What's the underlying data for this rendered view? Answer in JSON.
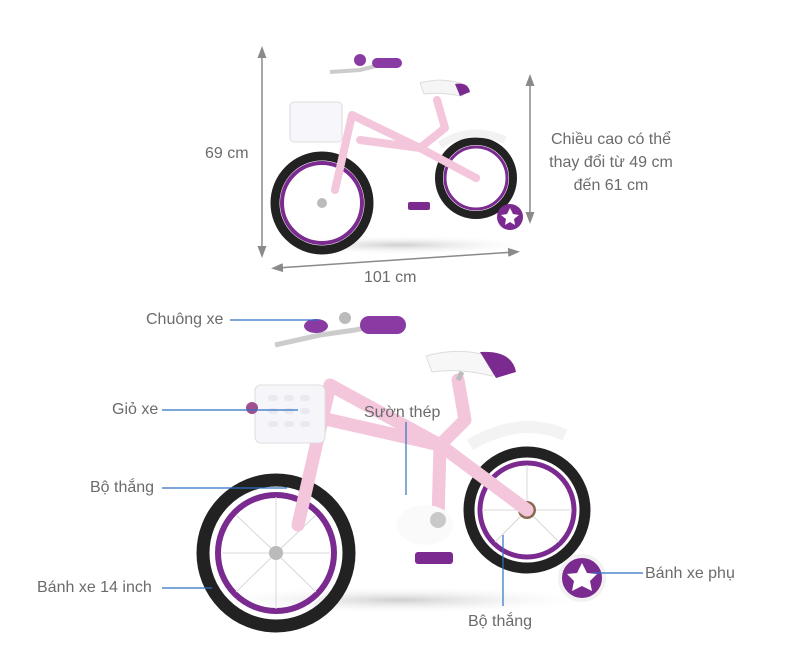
{
  "top_figure": {
    "height_label": "69 cm",
    "length_label": "101 cm",
    "seat_note_lines": [
      "Chiều cao có thể",
      "thay đổi từ 49 cm",
      "đến 61 cm"
    ]
  },
  "callouts": [
    {
      "id": "bell",
      "label": "Chuông xe"
    },
    {
      "id": "basket",
      "label": "Giỏ xe"
    },
    {
      "id": "front-brake",
      "label": "Bộ thắng"
    },
    {
      "id": "wheel",
      "label": "Bánh xe 14 inch"
    },
    {
      "id": "frame",
      "label": "Sườn thép"
    },
    {
      "id": "rear-brake",
      "label": "Bộ thắng"
    },
    {
      "id": "training-wheel",
      "label": "Bánh xe phụ"
    }
  ],
  "colors": {
    "text": "#6b6b6b",
    "dim_line": "#8a8a8a",
    "callout_line": "#2f6fc4",
    "frame_pink": "#f4c6dc",
    "accent_purple": "#7b2b8f",
    "tire": "#222222"
  }
}
